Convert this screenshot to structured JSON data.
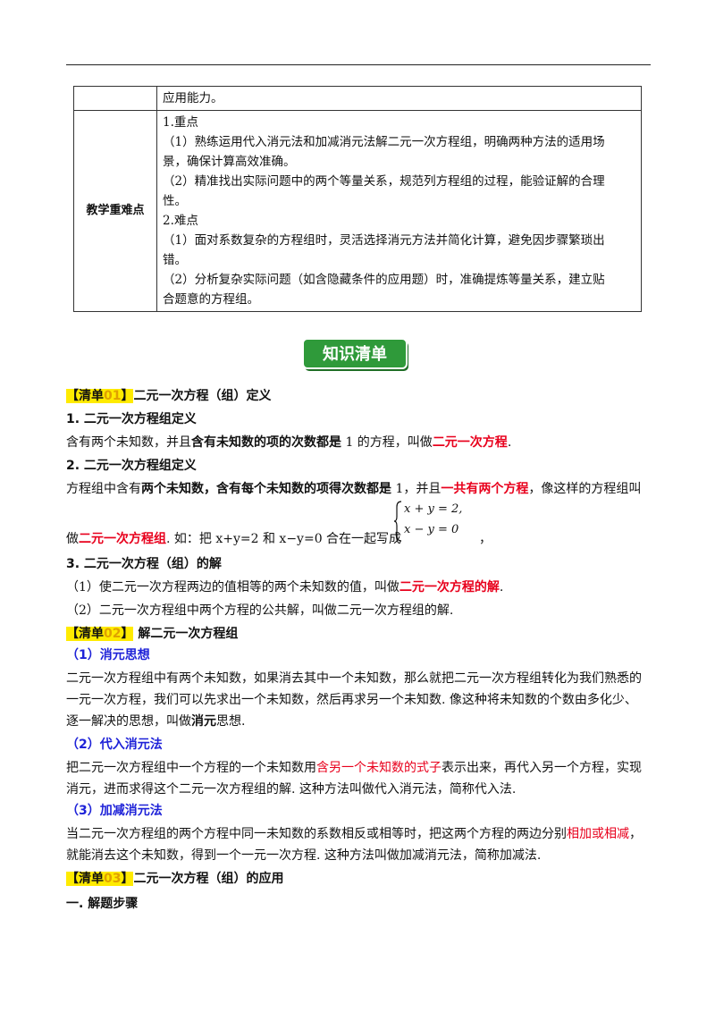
{
  "table": {
    "row0_text": "应用能力。",
    "label": "教学重难点",
    "lines": [
      "1.重点",
      "（1）熟练运用代入消元法和加减消元法解二元一次方程组，明确两种方法的适用场",
      "景，确保计算高效准确。",
      "（2）精准找出实际问题中的两个等量关系，规范列方程组的过程，能验证解的合理",
      "性。",
      "2.难点",
      "（1）面对系数复杂的方程组时，灵活选择消元方法并简化计算，避免因步骤繁琐出",
      "错。",
      "（2）分析复杂实际问题（如含隐藏条件的应用题）时，准确提炼等量关系，建立贴",
      "合题意的方程组。"
    ]
  },
  "banner": {
    "text": "知识清单",
    "color": "#2f9a3a"
  },
  "colors": {
    "tag_bg": "#ffeb00",
    "red": "#e8001c",
    "blue": "#1e22d8"
  },
  "s1": {
    "tag_pre": "【清单",
    "tag_num": "01",
    "tag_post": "】",
    "title": "二元一次方程（组）定义",
    "h1": "1. 二元一次方程组定义",
    "p1_a": "含有两个未知数，并且",
    "p1_b": "含有未知数的项的次数都是",
    "p1_c": " 1  的方程，叫做",
    "p1_d": "二元一次方程",
    "p1_e": ".",
    "h2": "2. 二元一次方程组定义",
    "p2_a": "方程组中含有",
    "p2_b": "两个未知数，含有每个未知数的项得次数都是",
    "p2_c": " 1，并且",
    "p2_d": "一共有两个方程",
    "p2_e": "，像这样的方程组叫",
    "p3_a": "做",
    "p3_b": "二元一次方程组",
    "p3_c": ".   如：把  x+y=2  和 x−y=0  合在一起写成",
    "eq1": "x + y = 2,",
    "eq2": "x − y = 0",
    "comma": "，",
    "h3": "3. 二元一次方程（组）的解",
    "p4_a": "（1）使二元一次方程两边的值相等的两个未知数的值，叫做",
    "p4_b": "二元一次方程的解",
    "p4_c": ".",
    "p5": "（2）二元一次方程组中两个方程的公共解，叫做二元一次方程组的解."
  },
  "s2": {
    "tag_pre": "【清单",
    "tag_num": "02",
    "tag_post": "】",
    "title": " 解二元一次方程组",
    "h1": "（1）消元思想",
    "p1": "二元一次方程组中有两个未知数，如果消去其中一个未知数，那么就把二元一次方程组转化为我们熟悉的",
    "p2": "一元一次方程，我们可以先求出一个未知数，然后再求另一个未知数. 像这种将未知数的个数由多化少、",
    "p3_a": "逐一解决的思想，叫做",
    "p3_b": "消元",
    "p3_c": "思想.",
    "h2": "（2）代入消元法",
    "p4_a": "把二元一次方程组中一个方程的一个未知数用",
    "p4_b": "含另一个未知数的式子",
    "p4_c": "表示出来，再代入另一个方程，实现",
    "p5": "消元，进而求得这个二元一次方程组的解. 这种方法叫做代入消元法，简称代入法.",
    "h3": "（3）加减消元法",
    "p6_a": "当二元一次方程组的两个方程中同一未知数的系数相反或相等时，把这两个方程的两边分别",
    "p6_b": "相加或相减",
    "p6_c": "，",
    "p7": "就能消去这个未知数，得到一个一元一次方程. 这种方法叫做加减消元法，简称加减法."
  },
  "s3": {
    "tag_pre": "【清单",
    "tag_num": "03",
    "tag_post": "】",
    "title": "二元一次方程（组）的应用",
    "h1": "一. 解题步骤"
  }
}
